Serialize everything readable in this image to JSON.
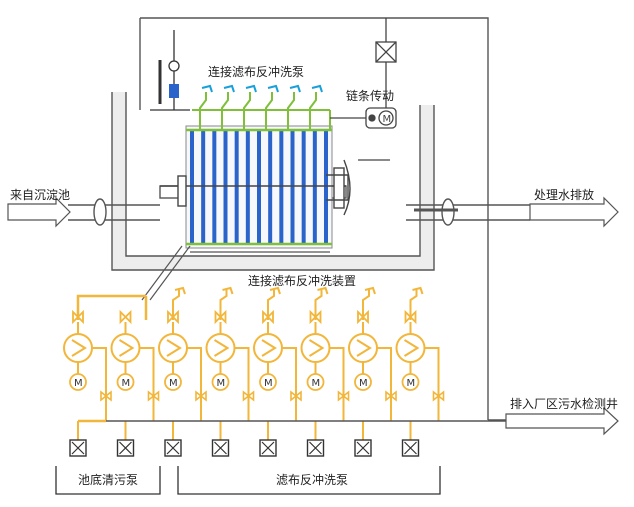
{
  "labels": {
    "inlet": "来自沉淀池",
    "outlet": "处理水排放",
    "backwash_pump_connect": "连接滤布反冲洗泵",
    "chain_drive": "链条传动",
    "backwash_device_connect": "连接滤布反冲洗装置",
    "discharge": "排入厂区污水检测井",
    "group_bottom_pump": "池底清污泵",
    "group_backwash_pumps": "滤布反冲洗泵"
  },
  "motor_symbol": "M",
  "pump_count": 8,
  "filter_tube_count": 13,
  "colors": {
    "structure": "#555555",
    "pipe_orange": "#f2b63a",
    "pipe_green": "#7fbf3a",
    "tube_blue": "#2a63c9",
    "nozzle_cyan": "#1aa0d8",
    "arrow_fill": "#ffffff"
  }
}
